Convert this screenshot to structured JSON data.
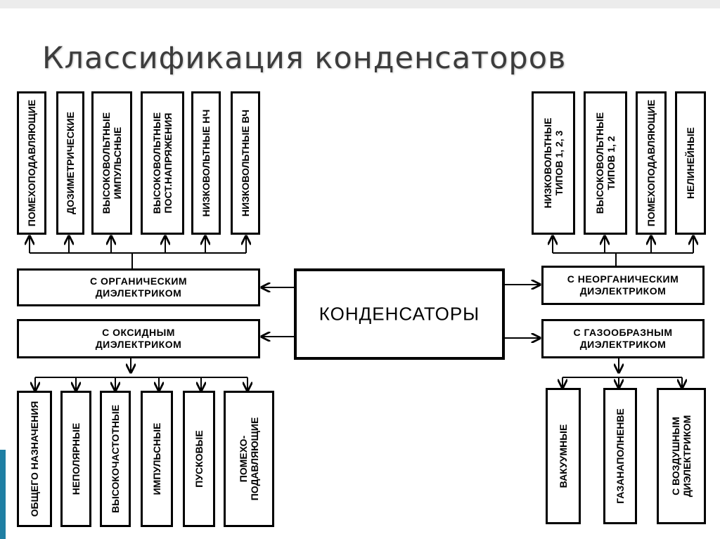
{
  "title": "Классификация конденсаторов",
  "center": "КОНДЕНСАТОРЫ",
  "categories": {
    "organic": "С ОРГАНИЧЕСКИМ\nДИЭЛЕКТРИКОМ",
    "oxide": "С ОКСИДНЫМ\nДИЭЛЕКТРИКОМ",
    "inorganic": "С НЕОРГАНИЧЕСКИМ\nДИЭЛЕКТРИКОМ",
    "gaseous": "С ГАЗООБРАЗНЫМ\nДИЭЛЕКТРИКОМ"
  },
  "organic_types": [
    "ПОМЕХОПОДАВЛЯЮЩИЕ",
    "ДОЗИМЕТРИЧЕСКИЕ",
    "ВЫСОКОВОЛЬТНЫЕ\nИМПУЛЬСНЫЕ",
    "ВЫСОКОВОЛЬТНЫЕ\nПОСТ.НАПРЯЖЕНИЯ",
    "НИЗКОВОЛЬТНЫЕ НЧ",
    "НИЗКОВОЛЬТНЫЕ ВЧ"
  ],
  "inorganic_types": [
    "НИЗКОВОЛЬТНЫЕ\nТИПОВ 1, 2, 3",
    "ВЫСОКОВОЛЬТНЫЕ\nТИПОВ 1, 2",
    "ПОМЕХОПОДАВЛЯЮЩИЕ",
    "НЕЛИНЕЙНЫЕ"
  ],
  "oxide_types": [
    "ОБЩЕГО НАЗНАЧЕНИЯ",
    "НЕПОЛЯРНЫЕ",
    "ВЫСОКОЧАСТОТНЫЕ",
    "ИМПУЛЬСНЫЕ",
    "ПУСКОВЫЕ",
    "ПОМЕХО-\nПОДАВЛЯЮЩИЕ"
  ],
  "gaseous_types": [
    "ВАКУУМНЫЕ",
    "ГАЗАНАПОЛНЕНВЕ",
    "С ВОЗДУШНЫМ\nДИЭЛЕКТРИКОМ"
  ]
}
